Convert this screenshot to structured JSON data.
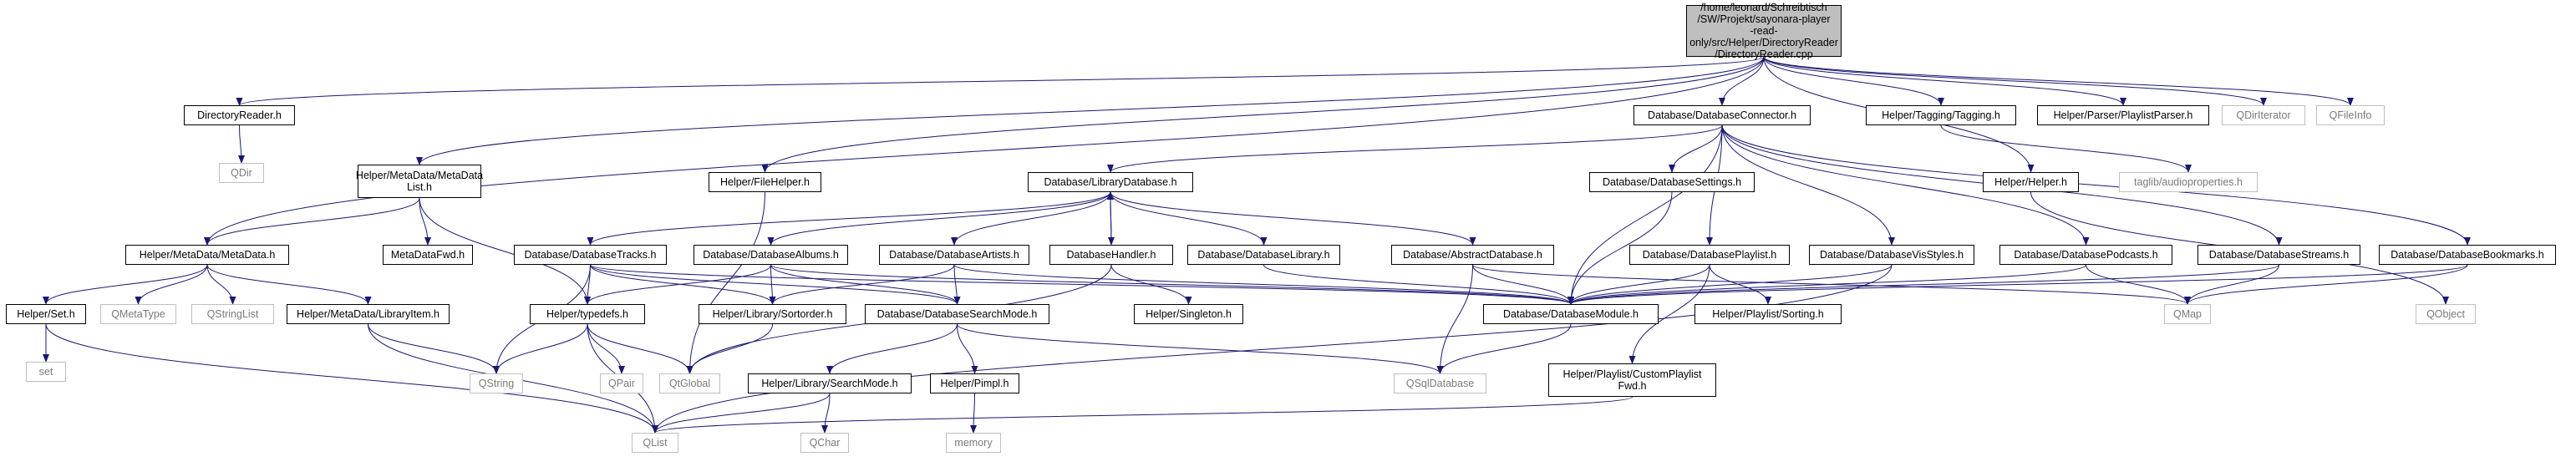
{
  "nodes": {
    "root": "/home/leonard/Schreibtisch\n/SW/Projekt/sayonara-player\n-read-only/src/Helper/DirectoryReader\n/DirectoryReader.cpp",
    "dirreader_h": "DirectoryReader.h",
    "qdir": "QDir",
    "metadatalist_h": "Helper/MetaData/MetaData\nList.h",
    "filehelper_h": "Helper/FileHelper.h",
    "metadata_h": "Helper/MetaData/MetaData.h",
    "metadatafwd_h": "MetaDataFwd.h",
    "set_h": "Helper/Set.h",
    "set": "set",
    "qmetatype": "QMetaType",
    "qstringlist": "QStringList",
    "libraryitem_h": "Helper/MetaData/LibraryItem.h",
    "dbconnector_h": "Database/DatabaseConnector.h",
    "librarydb_h": "Database/LibraryDatabase.h",
    "dbsettings_h": "Database/DatabaseSettings.h",
    "dbtracks_h": "Database/DatabaseTracks.h",
    "dbalbums_h": "Database/DatabaseAlbums.h",
    "dbartists_h": "Database/DatabaseArtists.h",
    "dbhandler_h": "DatabaseHandler.h",
    "dblibrary_h": "Database/DatabaseLibrary.h",
    "abstractdb_h": "Database/AbstractDatabase.h",
    "dbplaylist_h": "Database/DatabasePlaylist.h",
    "dbvisstyles_h": "Database/DatabaseVisStyles.h",
    "dbpodcasts_h": "Database/DatabasePodcasts.h",
    "dbstreams_h": "Database/DatabaseStreams.h",
    "dbbookmarks_h": "Database/DatabaseBookmarks.h",
    "helpertypedefs_h": "Helper/typedefs.h",
    "sortorder_h": "Helper/Library/Sortorder.h",
    "dbsearchmode_h": "Database/DatabaseSearchMode.h",
    "dbmodule_h": "Database/DatabaseModule.h",
    "singleton_h": "Helper/Singleton.h",
    "sorting_h": "Helper/Playlist/Sorting.h",
    "qstring": "QString",
    "qpair": "QPair",
    "qtglobal": "QtGlobal",
    "searchmode_h": "Helper/Library/SearchMode.h",
    "pimpl_h": "Helper/Pimpl.h",
    "memory": "memory",
    "qchar": "QChar",
    "qlist": "QList",
    "qsqldatabase": "QSqlDatabase",
    "customplaylistfwd_h": "Helper/Playlist/CustomPlaylist\nFwd.h",
    "qmap": "QMap",
    "qobject": "QObject",
    "helper_h": "Helper/Helper.h",
    "tagging_h": "Helper/Tagging/Tagging.h",
    "taglib_h": "taglib/audioproperties.h",
    "playlistparser_h": "Helper/Parser/PlaylistParser.h",
    "qdiriterator": "QDirIterator",
    "qfileinfo": "QFileInfo"
  },
  "colors": {
    "edge": "#191970",
    "root_fill": "#bfbfbf",
    "node_border": "#000000",
    "external_border": "#bfbfbf",
    "external_text": "#7a7a7a"
  }
}
